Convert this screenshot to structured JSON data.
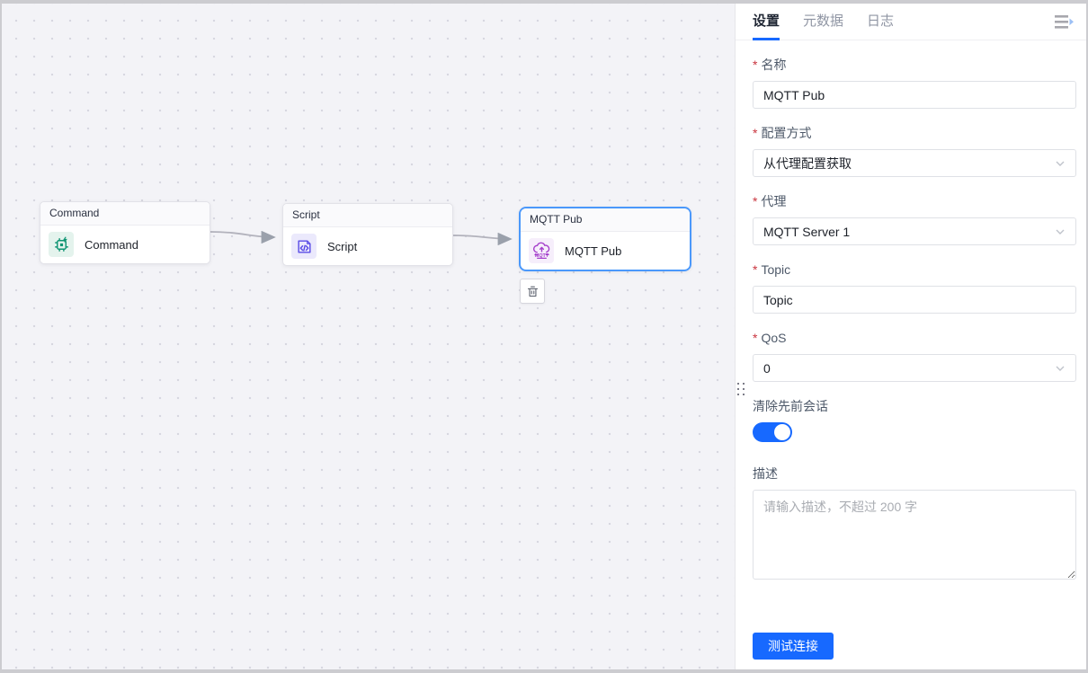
{
  "canvas": {
    "nodes": [
      {
        "header": "Command",
        "label": "Command",
        "icon": "cpu-command-icon"
      },
      {
        "header": "Script",
        "label": "Script",
        "icon": "code-file-icon"
      },
      {
        "header": "MQTT Pub",
        "label": "MQTT Pub",
        "icon": "mqtt-cloud-icon",
        "selected": true
      }
    ],
    "edges": [
      {
        "from": "Command",
        "to": "Script"
      },
      {
        "from": "Script",
        "to": "MQTT Pub"
      }
    ]
  },
  "panel": {
    "tabs": [
      {
        "label": "设置",
        "active": true
      },
      {
        "label": "元数据",
        "active": false
      },
      {
        "label": "日志",
        "active": false
      }
    ],
    "fields": {
      "name": {
        "required": "*",
        "label": "名称",
        "value": "MQTT Pub"
      },
      "config_mode": {
        "required": "*",
        "label": "配置方式",
        "value": "从代理配置获取"
      },
      "broker": {
        "required": "*",
        "label": "代理",
        "value": "MQTT Server 1"
      },
      "topic": {
        "required": "*",
        "label": "Topic",
        "value": "Topic"
      },
      "qos": {
        "required": "*",
        "label": "QoS",
        "value": "0"
      },
      "clean_session": {
        "label": "清除先前会话",
        "state": "on"
      },
      "description": {
        "label": "描述",
        "placeholder": "请输入描述，不超过 200 字"
      }
    },
    "test_button_label": "测试连接"
  },
  "colors": {
    "accent_blue": "#1769ff",
    "node_selected_border": "#4a98fb",
    "command_green": "#0f9573",
    "script_indigo": "#5b4de6",
    "mqtt_purple": "#a43ecb",
    "canvas_bg": "#f3f3f7"
  }
}
